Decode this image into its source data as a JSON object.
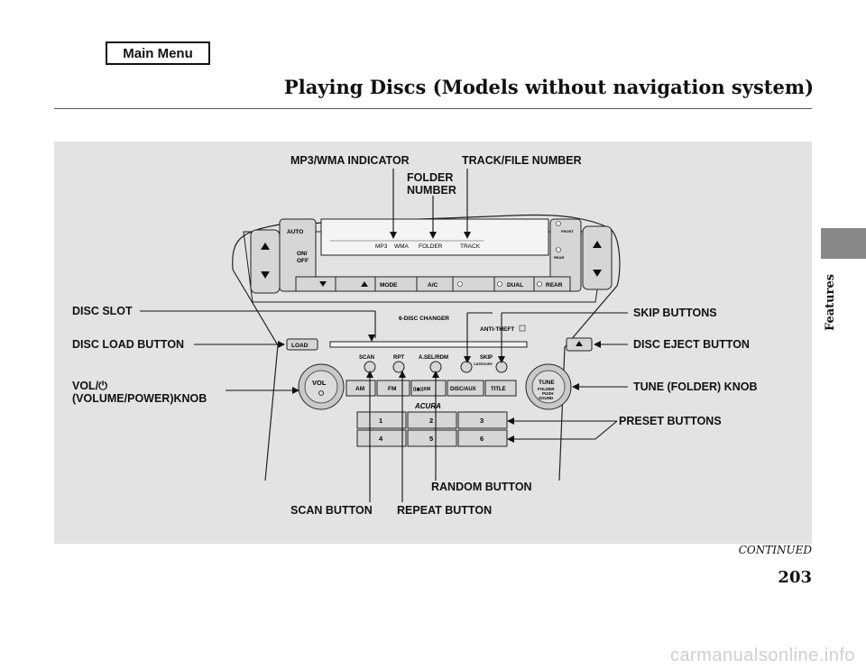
{
  "nav": {
    "main_menu": "Main Menu"
  },
  "header": {
    "title": "Playing Discs (Models without navigation system)"
  },
  "side_tab": {
    "label": "Features"
  },
  "callouts": {
    "mp3_wma_indicator": "MP3/WMA INDICATOR",
    "track_file_number": "TRACK/FILE NUMBER",
    "folder_number_1": "FOLDER",
    "folder_number_2": "NUMBER",
    "disc_slot": "DISC SLOT",
    "disc_load_button": "DISC LOAD BUTTON",
    "vol_power_1": "VOL/",
    "vol_power_2": "(VOLUME/POWER)KNOB",
    "skip_buttons": "SKIP BUTTONS",
    "disc_eject_button": "DISC EJECT BUTTON",
    "tune_folder_knob": "TUNE (FOLDER) KNOB",
    "preset_buttons": "PRESET BUTTONS",
    "random_button": "RANDOM BUTTON",
    "scan_button": "SCAN BUTTON",
    "repeat_button": "REPEAT BUTTON"
  },
  "panel": {
    "display": {
      "mp3": "MP3",
      "wma": "WMA",
      "folder": "FOLDER",
      "track": "TRACK"
    },
    "climate": {
      "auto": "AUTO",
      "on_off_1": "ON/",
      "on_off_2": "OFF",
      "mode": "MODE",
      "ac": "A/C",
      "dual": "DUAL",
      "rear": "REAR",
      "front_defrost": "FRONT",
      "rear_defrost": "REAR"
    },
    "audio": {
      "changer": "6-DISC CHANGER",
      "anti_theft": "ANTI-THEFT",
      "load": "LOAD",
      "scan": "SCAN",
      "rpt": "RPT",
      "asel_rdm": "A.SEL/RDM",
      "skip": "SKIP",
      "category": "CATEGORY",
      "am": "AM",
      "fm": "FM",
      "xm": "((◉))XM",
      "disc_aux": "DISC/AUX",
      "title": "TITLE",
      "vol": "VOL",
      "tune": "TUNE",
      "tune_folder": "FOLDER",
      "push": "PUSH",
      "sound": "SOUND",
      "brand": "ACURA",
      "presets": [
        "1",
        "2",
        "3",
        "4",
        "5",
        "6"
      ]
    }
  },
  "footer": {
    "continued": "CONTINUED",
    "page_number": "203"
  },
  "watermark": "carmanualsonline.info"
}
